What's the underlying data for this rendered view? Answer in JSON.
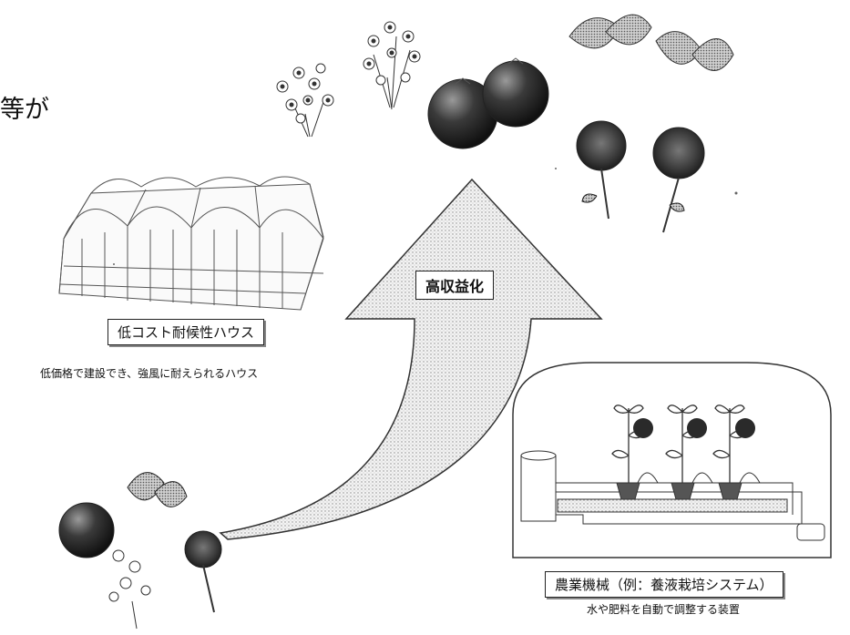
{
  "partial_text": "等が",
  "arrow": {
    "label": "高収益化"
  },
  "greenhouse": {
    "title": "低コスト耐候性ハウス",
    "caption": "低価格で建設でき、強風に耐えられるハウス"
  },
  "hydroponics": {
    "title": "農業機械（例：養液栽培システム）",
    "caption": "水や肥料を自動で調整する装置"
  }
}
